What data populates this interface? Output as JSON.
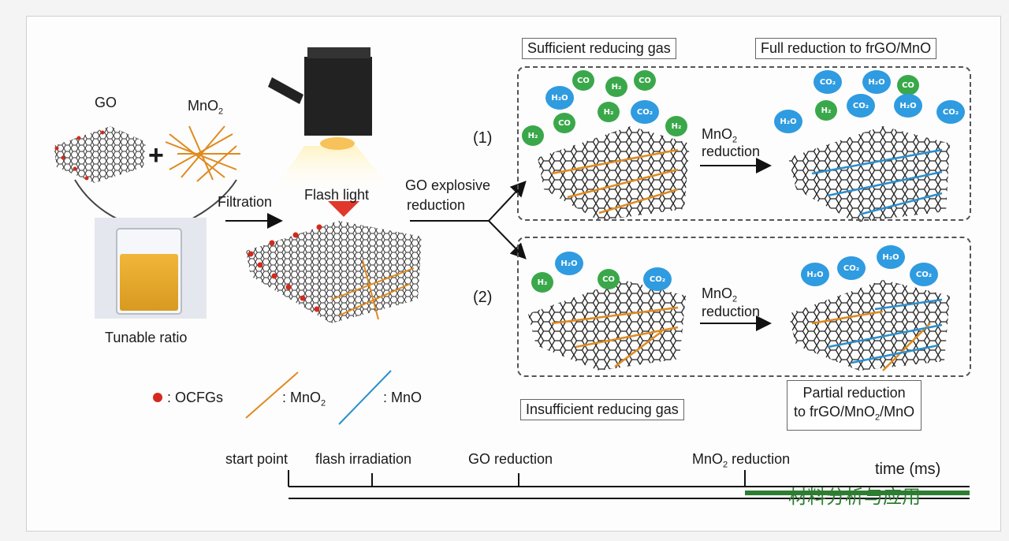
{
  "materials": {
    "go": "GO",
    "mno2": "MnO",
    "mno2_sub": "2",
    "plus": "+"
  },
  "beaker_label": "Tunable ratio",
  "filtration_label": "Filtration",
  "flash_label": "Flash light",
  "go_explosive": {
    "line1": "GO explosive",
    "line2": "reduction"
  },
  "pathways": {
    "path1": "(1)",
    "path2": "(2)"
  },
  "boxes": {
    "sufficient": "Sufficient reducing gas",
    "full_reduction": "Full reduction to frGO/MnO",
    "insufficient": "Insufficient reducing gas",
    "partial_line1": "Partial reduction",
    "partial_line2a": "to frGO/MnO",
    "partial_line2b": "/MnO"
  },
  "mno2_reduction": {
    "line1": "MnO",
    "sub": "2",
    "line2": "reduction"
  },
  "gas": {
    "h2o": "H₂O",
    "h2": "H₂",
    "co": "CO",
    "co2": "CO₂"
  },
  "legend": {
    "ocfg": ": OCFGs",
    "mno2": ": MnO",
    "mno2_sub": "2",
    "mno": ": MnO"
  },
  "timeline": {
    "start": "start point",
    "flash": "flash irradiation",
    "go_red": "GO reduction",
    "mno2_red_a": "MnO",
    "mno2_red_sub": "2",
    "mno2_red_b": " reduction",
    "time": "time (ms)"
  },
  "watermark": "材料分析与应用",
  "colors": {
    "ocfg": "#d42a1e",
    "mno2": "#e08a1e",
    "mno": "#2a8fd0",
    "gas_green": "#3aa84a",
    "gas_blue": "#2f9be0",
    "timeline_green": "#2e7d32"
  }
}
